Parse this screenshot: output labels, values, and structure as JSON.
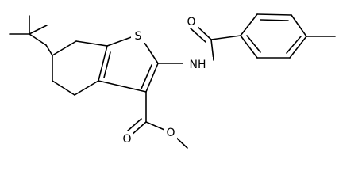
{
  "molecule": {
    "atoms": {
      "S": "S",
      "NH": "NH",
      "O_amide": "O",
      "O_ester_carbonyl": "O",
      "O_ester_alkoxy": "O"
    }
  },
  "colors": {
    "bond": "#000000",
    "background": "#ffffff"
  }
}
